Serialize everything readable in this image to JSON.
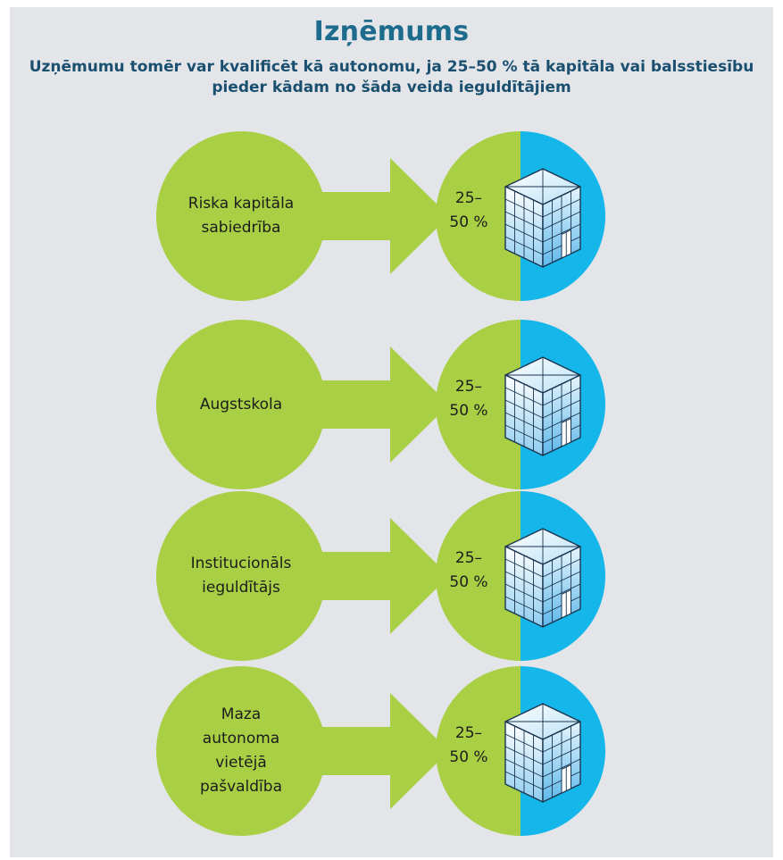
{
  "title": "Izņēmums",
  "subtitle": "Uzņēmumu tomēr var kvalificēt kā autonomu, ja 25–50 % tā kapitāla vai balsstiesību pieder kādam no šāda veida ieguldītājiem",
  "rows": [
    {
      "investor": "Riska kapitāla\nsabiedrība",
      "share": "25–\n50 %"
    },
    {
      "investor": "Augstskola",
      "share": "25–\n50 %"
    },
    {
      "investor": "Institucionāls\nieguldītājs",
      "share": "25–\n50 %"
    },
    {
      "investor": "Maza\nautonoma\nvietējā\npašvaldība",
      "share": "25–\n50 %"
    }
  ],
  "colors": {
    "green": "#a9cf45",
    "blue": "#15b6ea",
    "title": "#1d6b8d",
    "subtitle": "#1a4f70",
    "panel": "#e3e5e8"
  },
  "icons": {
    "arrow": "right-arrow-icon",
    "company": "building-icon"
  }
}
